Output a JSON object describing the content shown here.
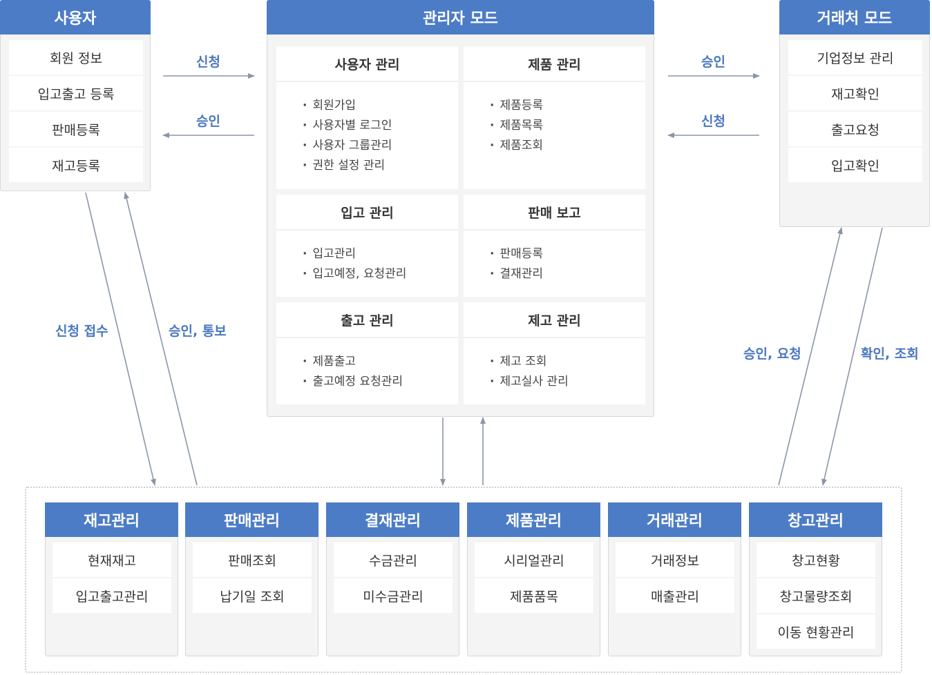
{
  "user_panel": {
    "title": "사용자",
    "items": [
      "회원 정보",
      "입고출고 등록",
      "판매등록",
      "재고등록"
    ]
  },
  "admin_panel": {
    "title": "관리자 모드",
    "cards": [
      {
        "title": "사용자 관리",
        "items": [
          "회원가입",
          "사용자별 로그인",
          "사용자 그룹관리",
          "권한 설정 관리"
        ]
      },
      {
        "title": "제품 관리",
        "items": [
          "제품등록",
          "제품목록",
          "제품조회"
        ]
      },
      {
        "title": "입고 관리",
        "items": [
          "입고관리",
          "입고예정, 요청관리"
        ]
      },
      {
        "title": "판매 보고",
        "items": [
          "판매등록",
          "결재관리"
        ]
      },
      {
        "title": "출고 관리",
        "items": [
          "제품출고",
          "출고예정 요청관리"
        ]
      },
      {
        "title": "제고 관리",
        "items": [
          "제고 조회",
          "제고실사 관리"
        ]
      }
    ]
  },
  "partner_panel": {
    "title": "거래처 모드",
    "items": [
      "기업정보 관리",
      "재고확인",
      "출고요청",
      "입고확인"
    ]
  },
  "flow_labels": {
    "user_to_admin": "신청",
    "admin_to_user": "승인",
    "admin_to_partner": "승인",
    "partner_to_admin": "신청",
    "user_down": "신청 접수",
    "user_up": "승인, 통보",
    "partner_up": "승인, 요청",
    "partner_down": "확인, 조회"
  },
  "modules": [
    {
      "title": "재고관리",
      "items": [
        "현재재고",
        "입고출고관리"
      ]
    },
    {
      "title": "판매관리",
      "items": [
        "판매조회",
        "납기일 조회"
      ]
    },
    {
      "title": "결재관리",
      "items": [
        "수금관리",
        "미수금관리"
      ]
    },
    {
      "title": "제품관리",
      "items": [
        "시리얼관리",
        "제품품목"
      ]
    },
    {
      "title": "거래관리",
      "items": [
        "거래정보",
        "매출관리"
      ]
    },
    {
      "title": "창고관리",
      "items": [
        "창고현황",
        "창고물량조회",
        "이동 현황관리"
      ]
    }
  ],
  "colors": {
    "accent": "#4d7cc7",
    "label": "#4a77c0",
    "arrow": "#8a95a8",
    "panel_bg": "#f4f4f4"
  }
}
